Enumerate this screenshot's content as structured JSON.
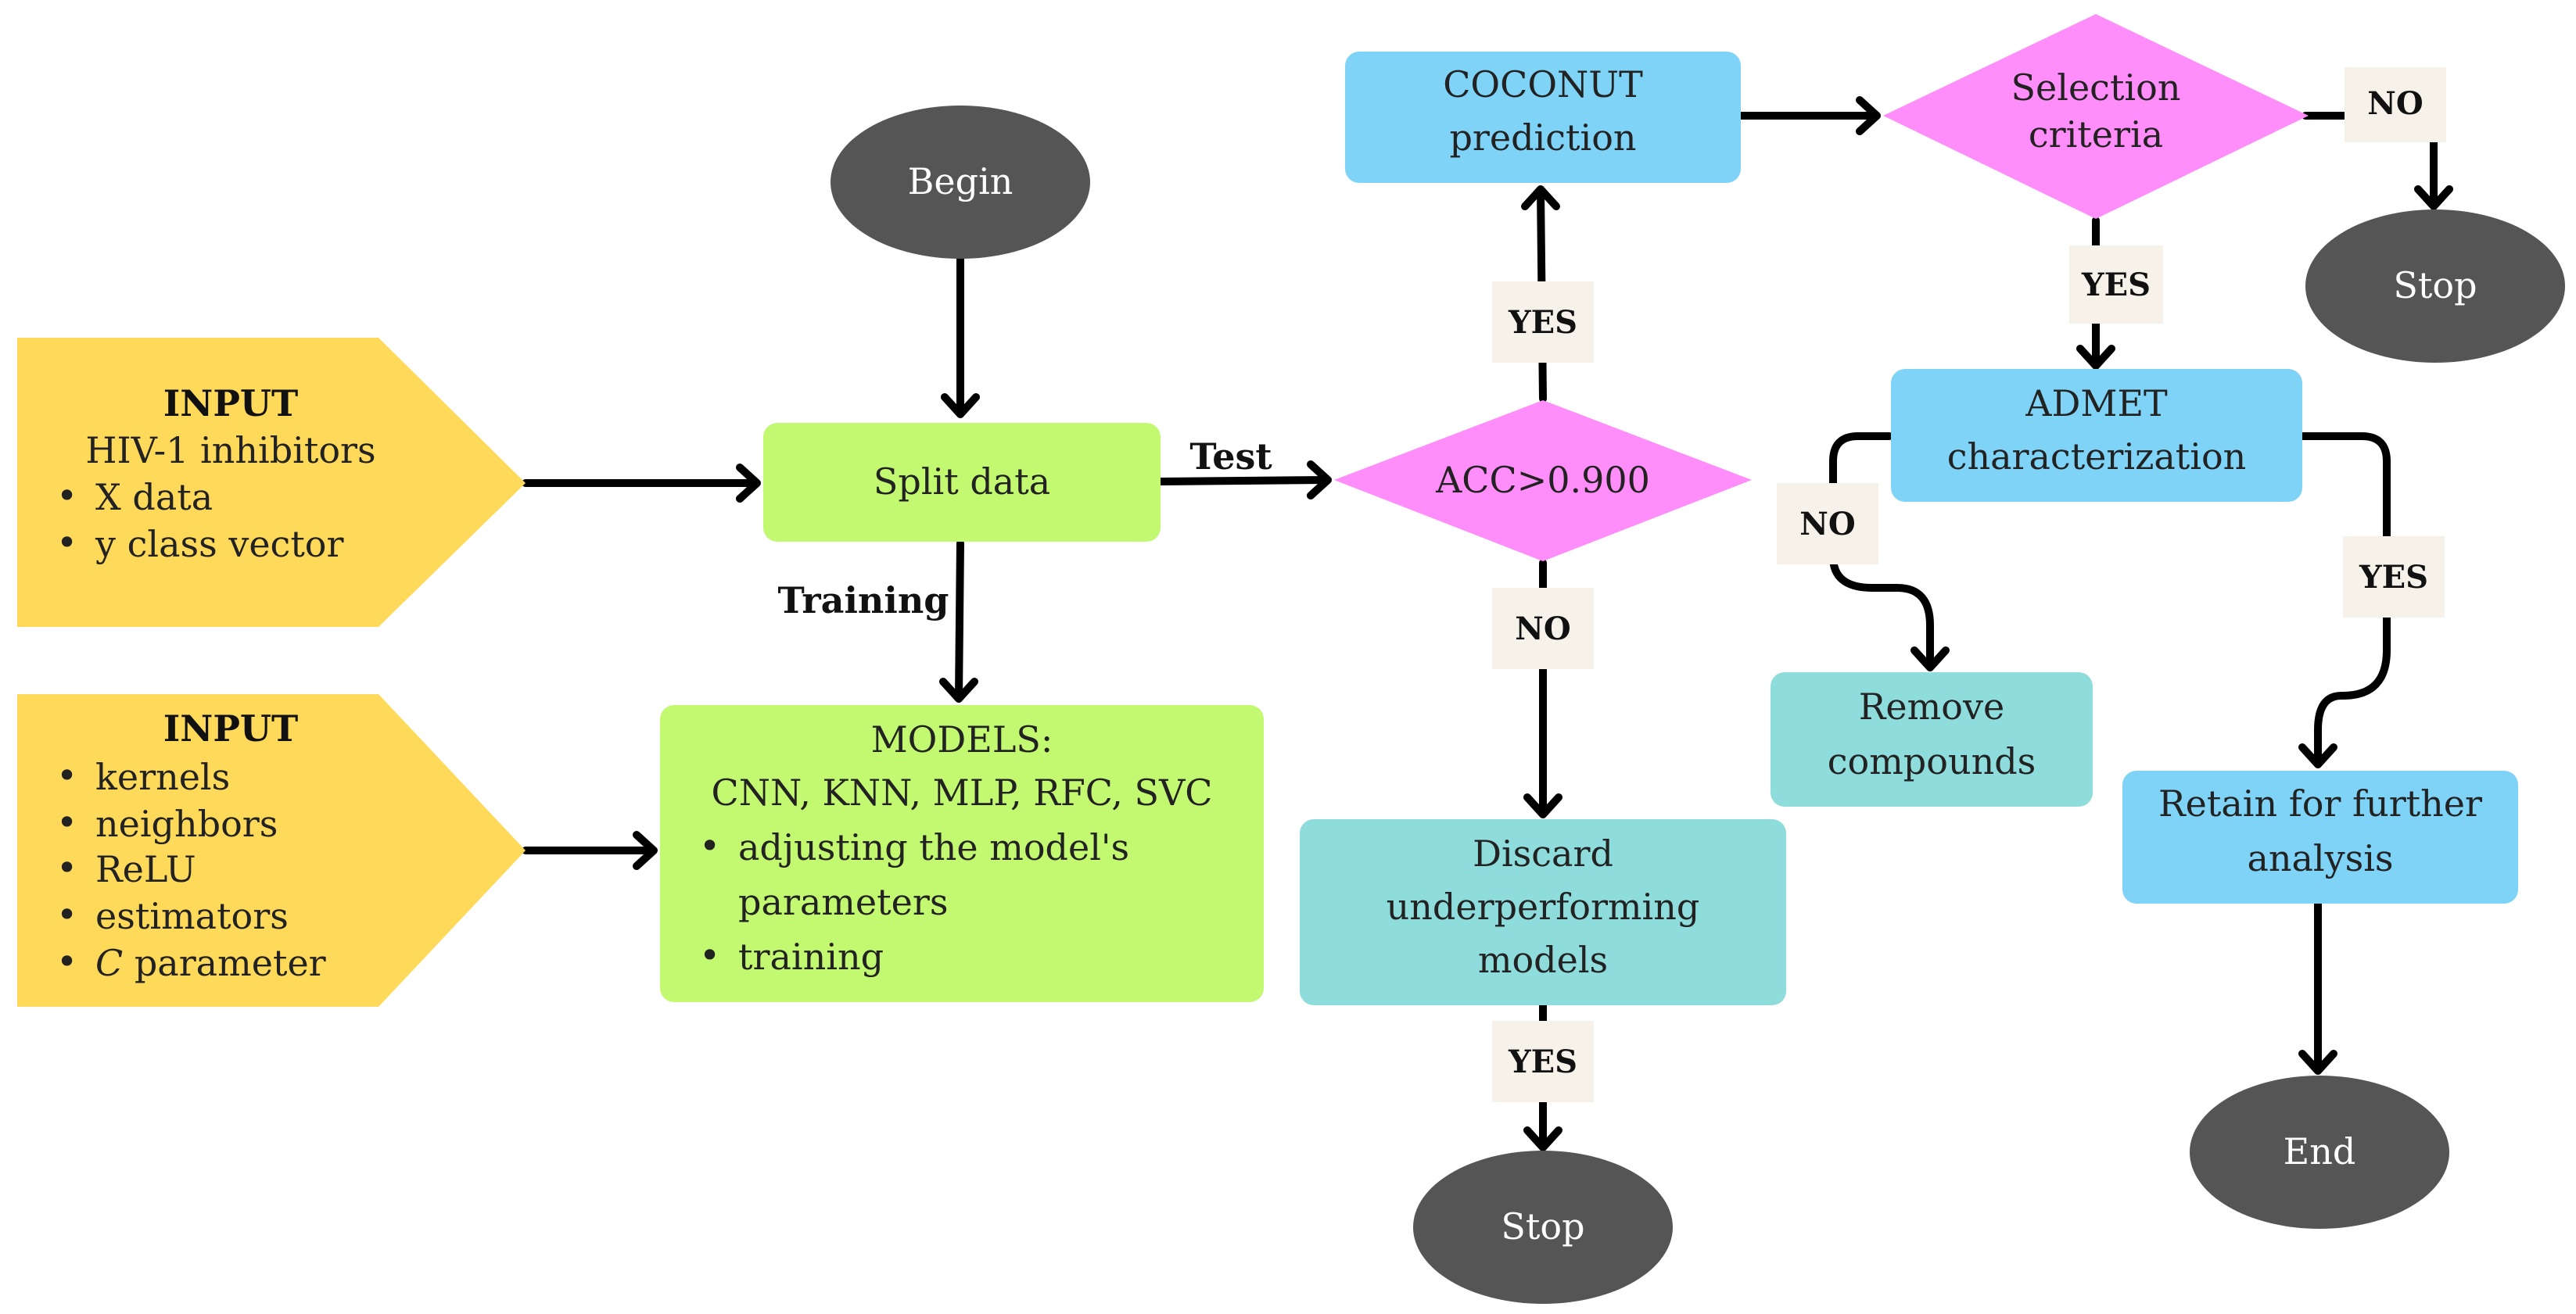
{
  "colors": {
    "terminal": "#555555",
    "input": "#FFD95A",
    "process_green": "#C2F970",
    "decision": "#FF8EFA",
    "process_blue": "#7ED3F7",
    "process_teal": "#8EDCDC",
    "tag_bg": "#F6F2EA"
  },
  "nodes": {
    "begin": "Begin",
    "input1": {
      "title": "INPUT",
      "subtitle": "HIV-1 inhibitors",
      "bullets": [
        "X data",
        "y class vector"
      ]
    },
    "input2": {
      "title": "INPUT",
      "bullets": [
        "kernels",
        "neighbors",
        "ReLU",
        "estimators"
      ],
      "last_bullet_italic": "C",
      "last_bullet_rest": " parameter"
    },
    "split": "Split data",
    "models": {
      "title": "MODELS:",
      "subtitle": "CNN, KNN, MLP, RFC, SVC",
      "bullet1_line1": "adjusting the model's",
      "bullet1_line2": "parameters",
      "bullet2": "training"
    },
    "acc": "ACC>0.900",
    "coconut": {
      "line1": "COCONUT",
      "line2": "prediction"
    },
    "discard": {
      "line1": "Discard",
      "line2": "underperforming",
      "line3": "models"
    },
    "stop_bottom": "Stop",
    "selection": {
      "line1": "Selection",
      "line2": "criteria"
    },
    "stop_top": "Stop",
    "admet": {
      "line1": "ADMET",
      "line2": "characterization"
    },
    "remove": {
      "line1": "Remove",
      "line2": "compounds"
    },
    "retain": {
      "line1": "Retain for further",
      "line2": "analysis"
    },
    "end": "End"
  },
  "labels": {
    "training": "Training",
    "test": "Test",
    "acc_yes": "YES",
    "acc_no": "NO",
    "discard_yes": "YES",
    "selection_no": "NO",
    "selection_yes": "YES",
    "admet_no": "NO",
    "admet_yes": "YES"
  },
  "bullet": "•"
}
